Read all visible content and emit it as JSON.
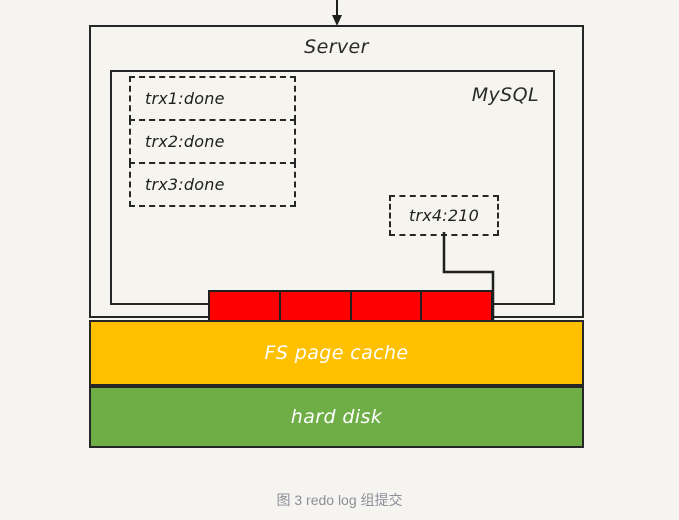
{
  "figure": {
    "caption": "图 3 redo log 组提交",
    "background_color": "#F5F4F0",
    "canvas_color": "#F5F4EF",
    "line_color": "#262626"
  },
  "server": {
    "title": "Server",
    "mysql": {
      "title": "MySQL",
      "transactions_committed": [
        {
          "label": "trx1:done"
        },
        {
          "label": "trx2:done"
        },
        {
          "label": "trx3:done"
        }
      ],
      "transaction_pending": {
        "label": "trx4:210"
      },
      "log_buffer": {
        "name": "redo-log-strip",
        "color": "#FF0000",
        "cell_count": 4,
        "cells": [
          {
            "index": 1
          },
          {
            "index": 2
          },
          {
            "index": 3
          },
          {
            "index": 4
          }
        ]
      }
    }
  },
  "layers": [
    {
      "label": "FS page cache",
      "color": "#FFC000",
      "text_color": "#FFFFFF"
    },
    {
      "label": "hard disk",
      "color": "#6FAE47",
      "text_color": "#FFFFFF"
    }
  ],
  "arrows": {
    "inbound": {
      "name": "inbound-write-arrow",
      "direction": "down"
    },
    "trx4_to_log": {
      "name": "trx4-to-log-arrow",
      "direction": "down"
    }
  }
}
